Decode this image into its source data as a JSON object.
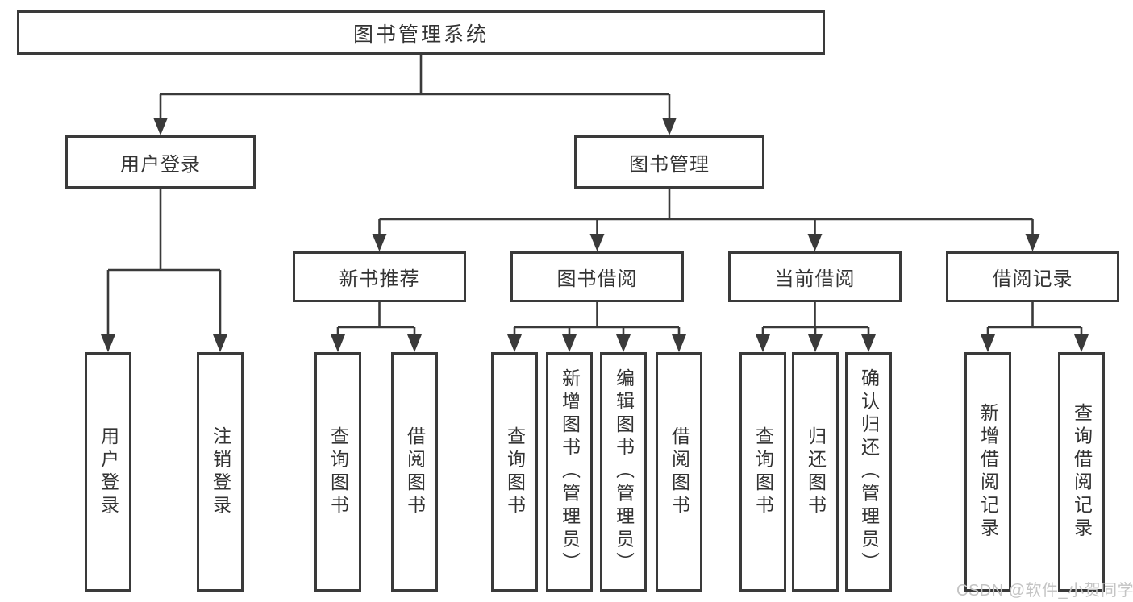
{
  "tree": {
    "label": "图书管理系统",
    "children": [
      {
        "label": "用户登录",
        "children": [
          {
            "label": "用户登录"
          },
          {
            "label": "注销登录"
          }
        ]
      },
      {
        "label": "图书管理",
        "children": [
          {
            "label": "新书推荐",
            "children": [
              {
                "label": "查询图书"
              },
              {
                "label": "借阅图书"
              }
            ]
          },
          {
            "label": "图书借阅",
            "children": [
              {
                "label": "查询图书"
              },
              {
                "label": "新增图书（管理员）"
              },
              {
                "label": "编辑图书（管理员）"
              },
              {
                "label": "借阅图书"
              }
            ]
          },
          {
            "label": "当前借阅",
            "children": [
              {
                "label": "查询图书"
              },
              {
                "label": "归还图书"
              },
              {
                "label": "确认归还（管理员）"
              }
            ]
          },
          {
            "label": "借阅记录",
            "children": [
              {
                "label": "新增借阅记录"
              },
              {
                "label": "查询借阅记录"
              }
            ]
          }
        ]
      }
    ]
  },
  "watermark": "CSDN @软件_小贺同学",
  "colors": {
    "line": "#3a3a3a",
    "text": "#333333",
    "watermark": "#c4c4c4",
    "background": "#ffffff"
  }
}
